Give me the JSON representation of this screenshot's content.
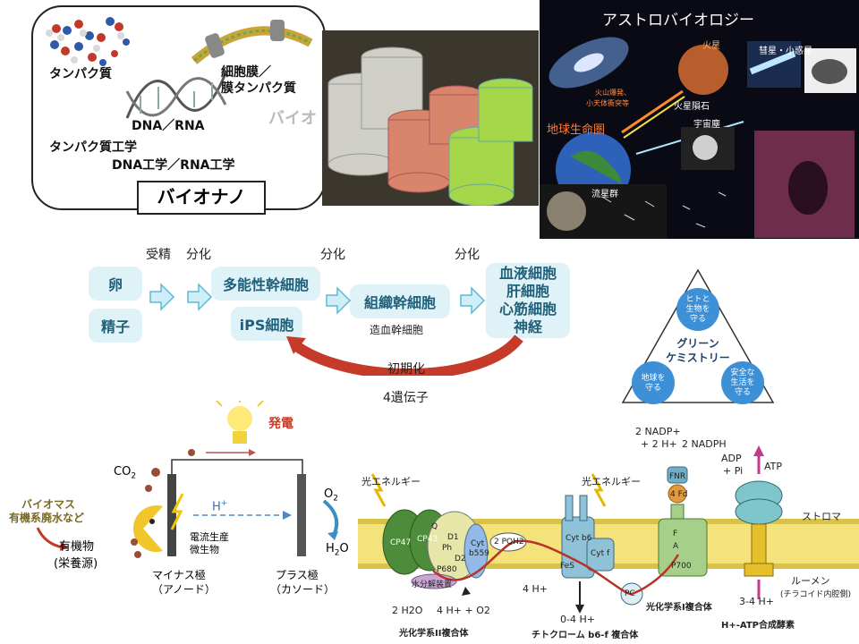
{
  "bio_nano": {
    "title": "バイオナノ",
    "labels": [
      "タンパク質",
      "細胞膜／",
      "膜タンパク質",
      "DNA／RNA",
      "タンパク質工学",
      "DNA工学／RNA工学"
    ]
  },
  "photo_caption": "バイオ",
  "astro": {
    "title": "アストロバイオロジー",
    "labels": [
      "火星",
      "彗星・小惑星",
      "火山爆発、",
      "小天体衝突等",
      "火星隕石",
      "地球生命圏",
      "宇宙塵",
      "流星群"
    ]
  },
  "stem_cells": {
    "top_labels": [
      "受精",
      "分化",
      "分化",
      "分化"
    ],
    "boxes": [
      "卵",
      "精子",
      "多能性幹細胞",
      "iPS細胞",
      "組織幹細胞",
      "血液細胞",
      "肝細胞",
      "心筋細胞",
      "神経"
    ],
    "sub_label": "造血幹細胞",
    "reprogram_label": "初期化",
    "gene_label": "4遺伝子"
  },
  "green_chem": {
    "title_line1": "グリーン",
    "title_line2": "ケミストリー",
    "circles": [
      [
        "ヒトと",
        "生物を",
        "守る"
      ],
      [
        "地球を",
        "守る"
      ],
      [
        "安全な",
        "生活を",
        "守る"
      ]
    ]
  },
  "fuel_cell": {
    "power": "発電",
    "co2": "CO",
    "co2_sub": "2",
    "h_plus": "H",
    "h_plus_sup": "+",
    "o2": "O",
    "o2_sub": "2",
    "h2o": "H",
    "h2o_rest": "O",
    "biomass1": "バイオマス",
    "biomass2": "有機系廃水など",
    "organic1": "有機物",
    "organic2": "(栄養源)",
    "microbe1": "電流生産",
    "microbe2": "微生物",
    "anode1": "マイナス極",
    "anode2": "（アノード）",
    "cathode1": "プラス極",
    "cathode2": "（カソード）"
  },
  "photosynthesis": {
    "light1": "光エネルギー",
    "light2": "光エネルギー",
    "nadp1": "2 NADP+",
    "nadp2": "+ 2 H+",
    "nadph": "2 NADPH",
    "adp1": "ADP",
    "adp2": "+ Pi",
    "atp": "ATP",
    "stroma": "ストロマ",
    "lumen1": "ルーメン",
    "lumen2": "(チラコイド内腔側)",
    "water": "水分解装置",
    "psii_eq_left": "2 H2O",
    "psii_eq_right": "4 H+ + O2",
    "psii": "光化学系II複合体",
    "cyt_h": "0-4 H+",
    "cytb6f": "チトクローム b6-f 複合体",
    "psi": "光化学系I複合体",
    "atp_h": "3-4 H+",
    "atp_synth": "H+-ATP合成酵素",
    "h4": "4 H+",
    "pq": "2 PQH2",
    "pc": "PC",
    "fnr": "FNR",
    "fd": "4 Fd",
    "cyt550_1": "Cyt",
    "cyt550_2": "b559",
    "cytb": "Cyt b6",
    "cytf": "Cyt f",
    "fes": "FeS",
    "psii_parts": [
      "CP47",
      "CP43",
      "Q",
      "D1",
      "D2",
      "Ph",
      "P680"
    ],
    "psi_parts": [
      "F",
      "A",
      "P700"
    ]
  }
}
